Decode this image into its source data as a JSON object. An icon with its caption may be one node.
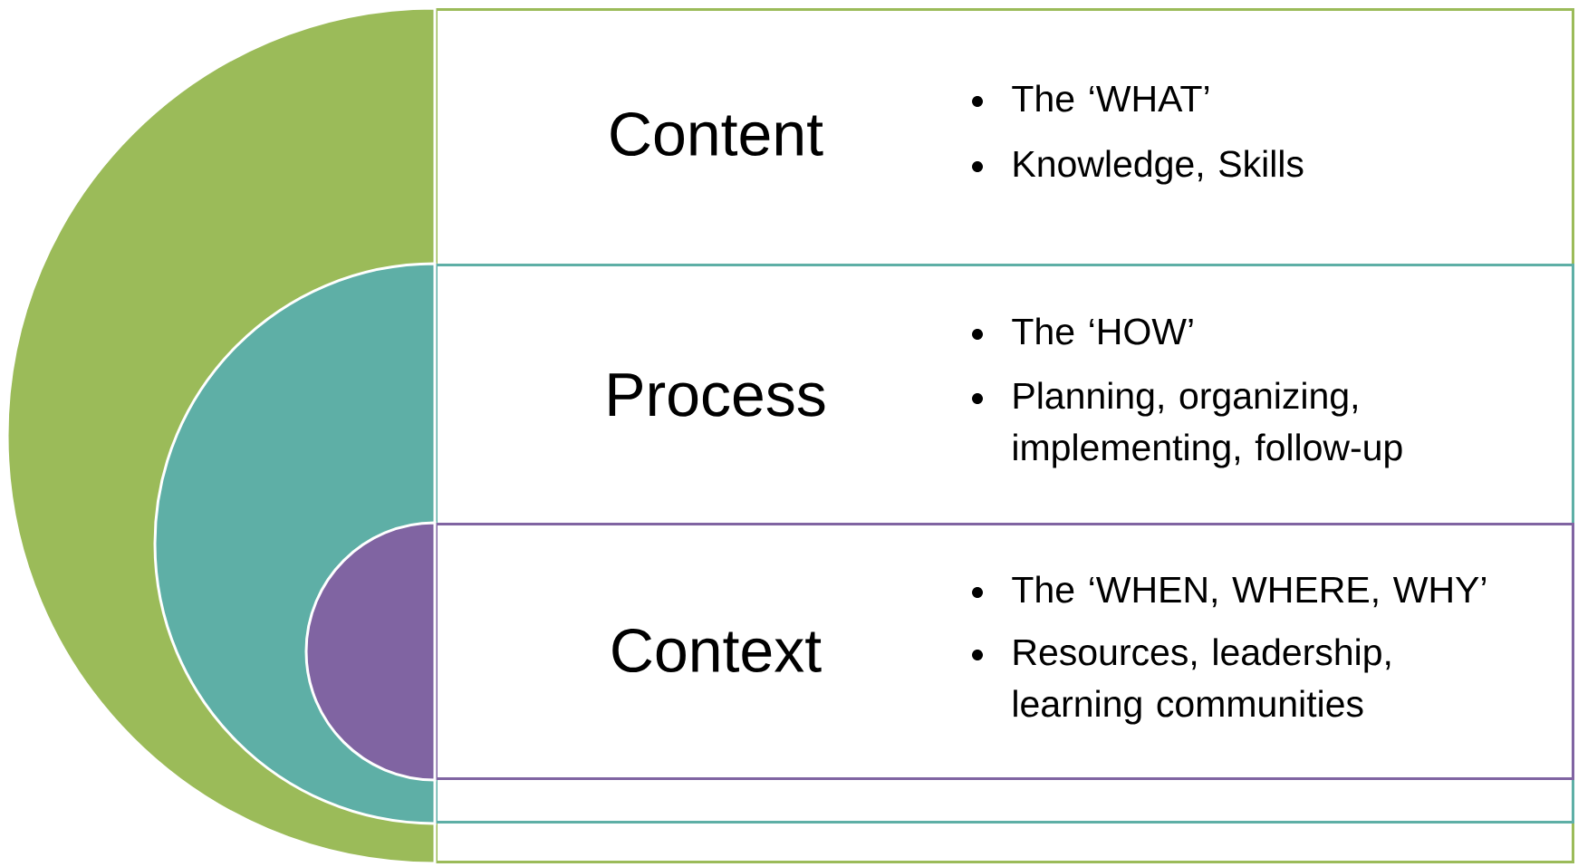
{
  "diagram": {
    "nodes": [
      {
        "text": [
          "Content",
          "The ‘WHAT’",
          "Knowledge, Skills"
        ]
      },
      {
        "text": [
          "Process",
          "The ‘HOW’",
          "Planning, organizing, implementing, follow-up"
        ],
        "in": 0
      },
      {
        "text": [
          "Context",
          "The ‘WHEN, WHERE, WHY’",
          "Resources, leadership, learning communities"
        ],
        "in": 1
      }
    ]
  }
}
